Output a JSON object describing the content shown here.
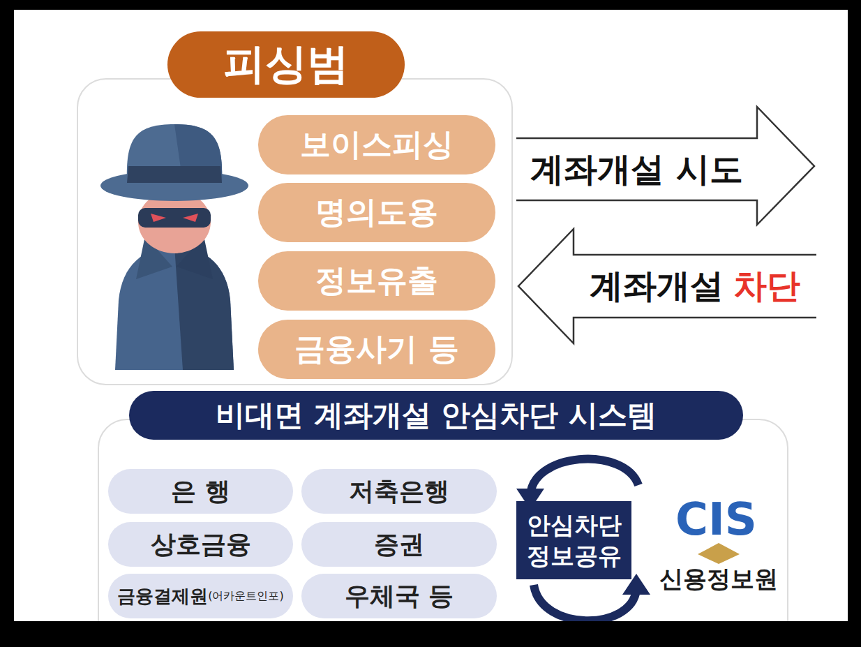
{
  "diagram": {
    "nodes": [
      {
        "text": [
          "피싱범"
        ]
      },
      {
        "text": [
          "보이스피싱"
        ],
        "in": 0
      },
      {
        "text": [
          "명의도용"
        ],
        "in": 0
      },
      {
        "text": [
          "정보유출"
        ],
        "in": 0
      },
      {
        "text": [
          "금융사기 등"
        ],
        "in": 0
      },
      {
        "text": [
          "계좌개설 시도"
        ]
      },
      {
        "text": [
          "계좌개설",
          "차단"
        ]
      },
      {
        "text": [
          "비대면 계좌개설 안심차단 시스템"
        ]
      },
      {
        "text": [
          "은 행"
        ],
        "in": 7
      },
      {
        "text": [
          "저축은행"
        ],
        "in": 7
      },
      {
        "text": [
          "상호금융"
        ],
        "in": 7
      },
      {
        "text": [
          "증권"
        ],
        "in": 7
      },
      {
        "text": [
          "금융결제원",
          "(어카운트인포)"
        ],
        "in": 7
      },
      {
        "text": [
          "우체국 등"
        ],
        "in": 7
      },
      {
        "text": [
          "안심차단 정보공유"
        ],
        "in": 7
      }
    ],
    "labels": [
      "CIS",
      "신용정보원"
    ]
  }
}
